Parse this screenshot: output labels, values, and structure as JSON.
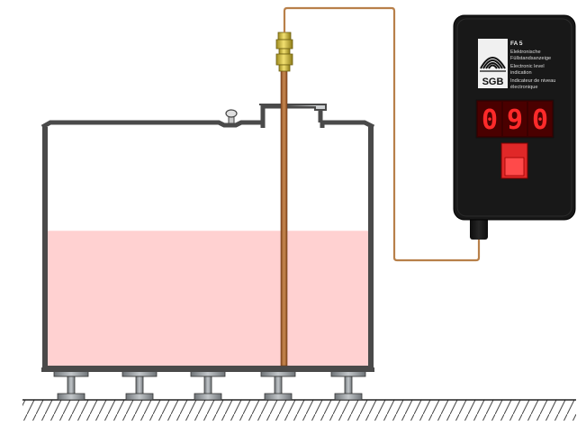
{
  "device": {
    "logo_text": "SGB",
    "model": "FA 5",
    "labels": [
      "Elektronische Füllstandsanzeige",
      "Electronic level indication",
      "Indicateur de niveau électronique"
    ],
    "display_digits": [
      "0",
      "9",
      "0"
    ]
  },
  "tank": {
    "fill_level": 0.57
  },
  "colors": {
    "liquid": "#ffd1d1",
    "probe": "#b06a35",
    "cable": "#b8804a",
    "device_body": "#181818",
    "display_background": "#4a0000",
    "display_digit": "#ff2a2a",
    "button": "#e83030",
    "fitting": "#d8c030"
  }
}
